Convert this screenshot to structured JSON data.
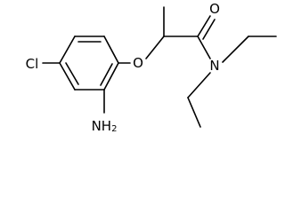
{
  "molecule": {
    "atoms": {
      "cl": "Cl",
      "o_ether": "O",
      "o_carbonyl": "O",
      "n_amide": "N",
      "nh2_main": "NH",
      "nh2_sub": "2"
    }
  },
  "colors": {
    "ink": "#000000",
    "background": "#ffffff"
  }
}
